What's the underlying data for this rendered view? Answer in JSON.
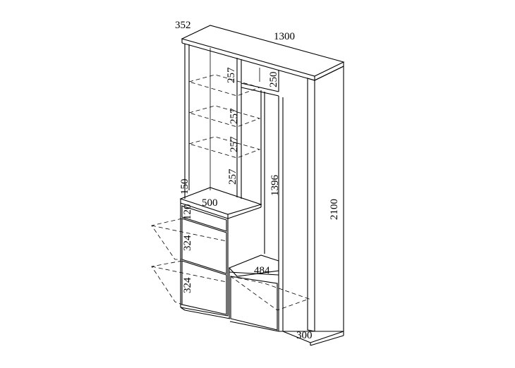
{
  "drawing": {
    "dimensions": {
      "depth_top": "352",
      "width_total": "1300",
      "height_total": "2100",
      "shelf_1": "257",
      "shelf_2": "257",
      "shelf_3": "257",
      "shelf_4": "257",
      "top_box": "250",
      "niche_height": "1396",
      "drawer_top": "120",
      "door_1": "324",
      "door_2": "324",
      "gap_150": "150",
      "cabinet_width": "500",
      "niche_width": "484",
      "base_depth": "300"
    }
  }
}
